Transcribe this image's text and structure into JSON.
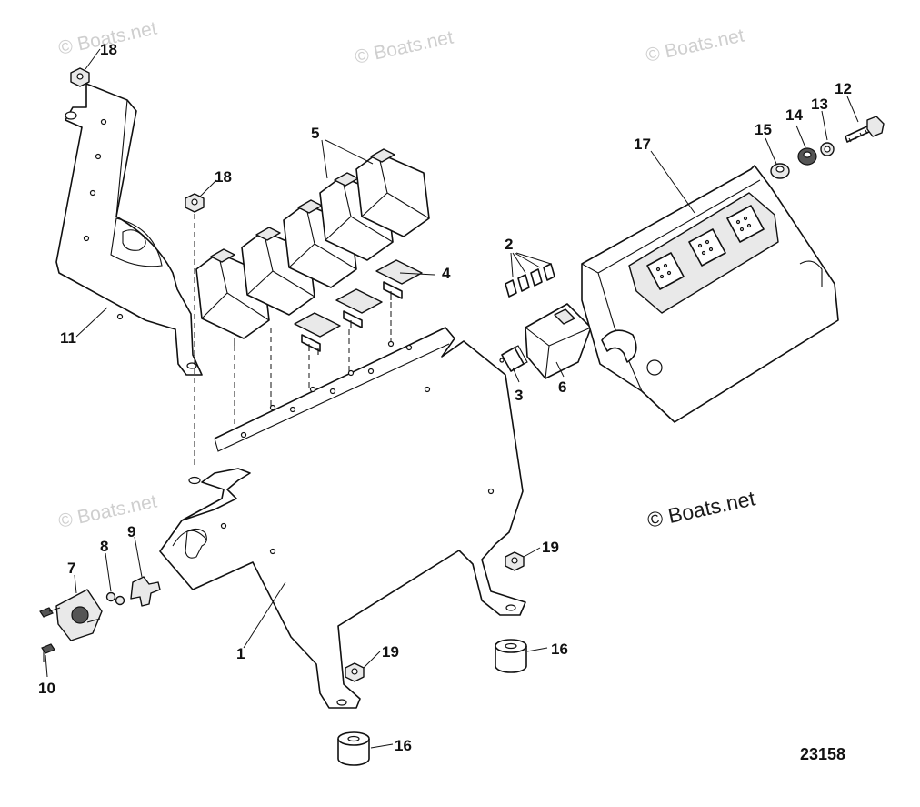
{
  "diagram": {
    "figure_number": "23158",
    "watermark_main": "© Boats.net",
    "watermark_faint": "© Boats.net",
    "callouts": [
      "1",
      "2",
      "3",
      "4",
      "5",
      "6",
      "7",
      "8",
      "9",
      "10",
      "11",
      "12",
      "13",
      "14",
      "15",
      "16",
      "17",
      "18",
      "19"
    ],
    "accent_color": "#111111",
    "watermark_color": "#cfcfcf"
  }
}
